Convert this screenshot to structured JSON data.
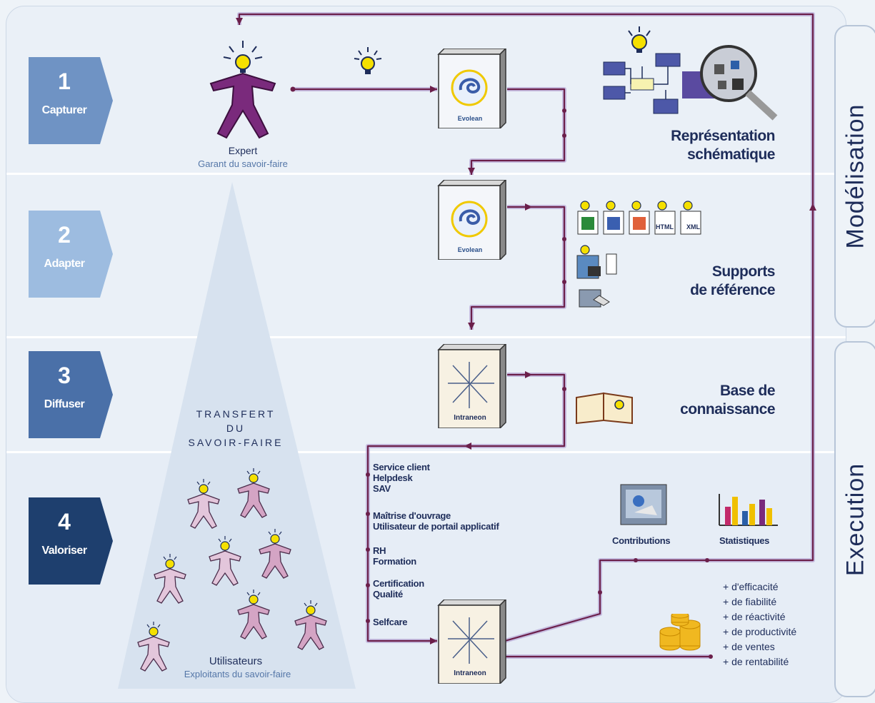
{
  "steps": [
    {
      "num": "1",
      "label": "Capturer",
      "color": "#6f93c4"
    },
    {
      "num": "2",
      "label": "Adapter",
      "color": "#9dbce0"
    },
    {
      "num": "3",
      "label": "Diffuser",
      "color": "#4a70a8"
    },
    {
      "num": "4",
      "label": "Valoriser",
      "color": "#1e3f6e"
    }
  ],
  "side": {
    "top": "Modélisation",
    "bottom": "Execution"
  },
  "expert": {
    "title": "Expert",
    "subtitle": "Garant du savoir-faire"
  },
  "users": {
    "title": "Utilisateurs",
    "subtitle": "Exploitants du savoir-faire"
  },
  "transfer": {
    "line1": "TRANSFERT",
    "line2": "DU",
    "line3": "SAVOIR-FAIRE"
  },
  "products": {
    "evolean": "Evolean",
    "intraneon": "Intraneon"
  },
  "formats": [
    "HTML",
    "XML"
  ],
  "labels": {
    "representation_1": "Représentation",
    "representation_2": "schématique",
    "supports_1": "Supports",
    "supports_2": "de référence",
    "base_1": "Base de",
    "base_2": "connaissance",
    "contributions": "Contributions",
    "statistiques": "Statistiques"
  },
  "uses": {
    "service_client": "Service client",
    "helpdesk": "Helpdesk",
    "sav": "SAV",
    "maitrise": "Maîtrise d'ouvrage",
    "utilisateur": "Utilisateur de portail applicatif",
    "rh": "RH",
    "formation": "Formation",
    "certification": "Certification",
    "qualite": "Qualité",
    "selfcare": "Selfcare"
  },
  "gains": [
    "+ d'efficacité",
    "+ de fiabilité",
    "+ de réactivité",
    "+ de productivité",
    "+ de ventes",
    "+ de rentabilité"
  ],
  "colors": {
    "flow": "#6b1f4a",
    "flow_glow": "#b7a6d6",
    "expert": "#7a2a7c",
    "user": "#e3c6db",
    "bulb": "#f5e000"
  }
}
